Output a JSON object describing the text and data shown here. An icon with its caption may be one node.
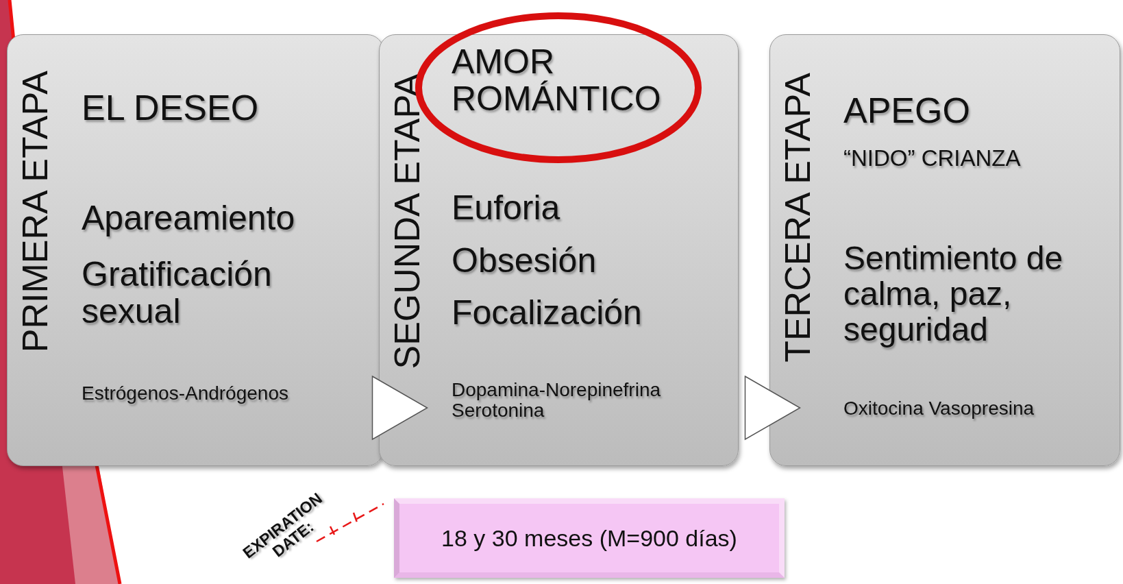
{
  "diagram": {
    "nodes": [
      {
        "text": [
          "PRIMERA ETAPA",
          "EL DESEO",
          "Apareamiento",
          "Gratificación sexual",
          "Estrógenos-Andrógenos"
        ]
      },
      {
        "text": [
          "SEGUNDA ETAPA",
          "AMOR ROMÁNTICO",
          "Euforia",
          "Obsesión",
          "Focalización",
          "Dopamina-Norepinefrina Serotonina"
        ]
      },
      {
        "text": [
          "TERCERA ETAPA",
          "APEGO",
          "“NIDO” CRIANZA",
          "Sentimiento de calma, paz, seguridad",
          "Oxitocina Vasopresina"
        ]
      },
      {
        "text": [
          "18 y 30 meses (M=900 días)"
        ]
      }
    ],
    "edges": [
      {
        "from": 0,
        "to": 1,
        "arrow": "to"
      },
      {
        "from": 1,
        "to": 2,
        "arrow": "to"
      }
    ],
    "labels": [
      "EXPIRATION DATE:"
    ]
  }
}
